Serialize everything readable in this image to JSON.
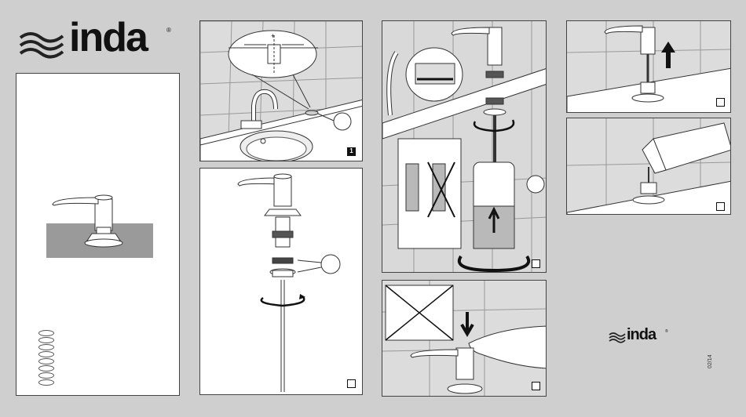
{
  "brand": {
    "name": "inda",
    "registered_mark": "®"
  },
  "steps": {
    "step1_label": "1"
  },
  "colors": {
    "background": "#cfcfcf",
    "panel": "#ffffff",
    "tile": "#d9d9d9",
    "counter": "#9a9a9a",
    "liquid": "#b9b9b9"
  },
  "icons": [
    "waves-logo-icon",
    "rotate-arrow-icon",
    "up-arrow-icon",
    "down-arrow-icon",
    "cross-icon",
    "callout-circle-icon"
  ],
  "footer": {
    "code": "02/14"
  }
}
